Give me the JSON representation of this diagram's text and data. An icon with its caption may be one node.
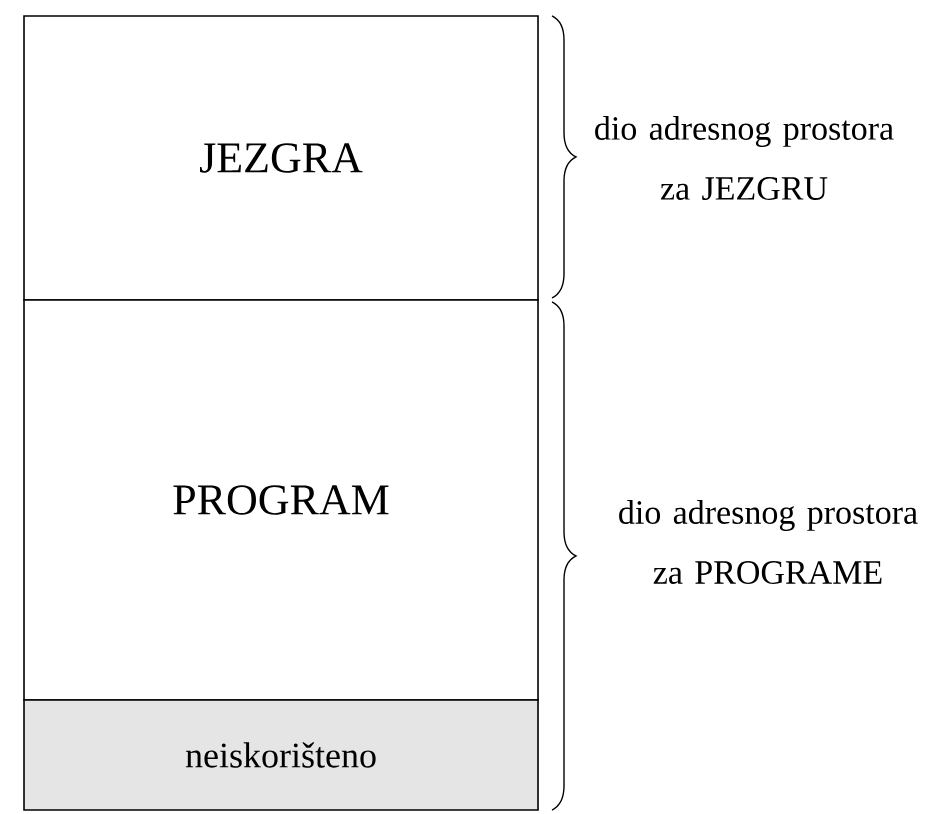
{
  "diagram": {
    "nodes": [
      {
        "text": [
          "JEZGRA"
        ]
      },
      {
        "text": [
          "PROGRAM"
        ]
      },
      {
        "text": [
          "neiskorišteno"
        ]
      }
    ],
    "labels": [
      "dio adresnog prostora za JEZGRU",
      "dio adresnog prostora za PROGRAME"
    ]
  }
}
